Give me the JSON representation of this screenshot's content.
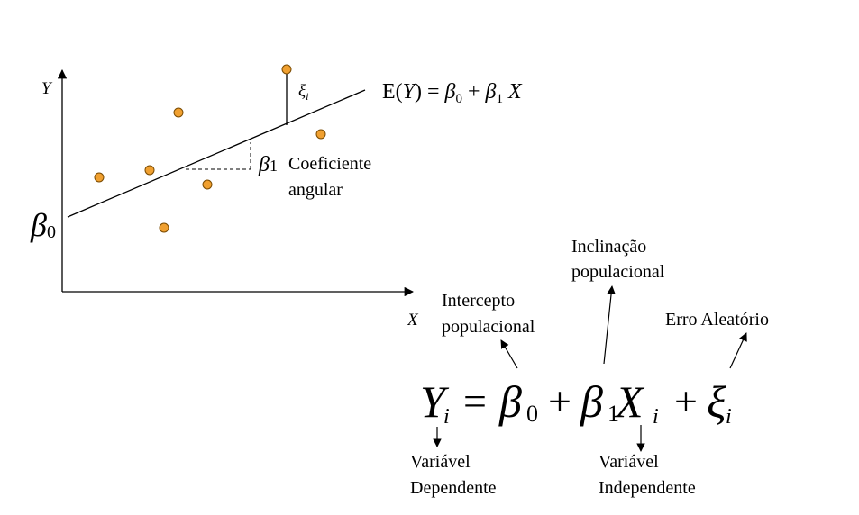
{
  "colors": {
    "point_fill": "#F0A030",
    "point_stroke": "#7A4A00",
    "line": "#000000"
  },
  "axes": {
    "y_label": "Y",
    "x_label": "X"
  },
  "intercept_symbol": {
    "base": "β",
    "sub": "0"
  },
  "slope_symbol": {
    "base": "β",
    "sub": "1"
  },
  "slope_note": {
    "line1": "Coeficiente",
    "line2": "angular"
  },
  "error_symbol": {
    "base": "ξ",
    "sub": "i"
  },
  "regression_eq": {
    "lhs": "E(",
    "Y": "Y",
    "close_eq": ") = ",
    "b0": "β",
    "b0_sub": "0",
    "plus": " + ",
    "b1": "β",
    "b1_sub": "1",
    "X": " X"
  },
  "model": {
    "Y": "Y",
    "Y_sub": "i",
    "eq": "=",
    "b0": "β",
    "b0_sub": "0",
    "plus1": "+",
    "b1": "β",
    "b1_sub": "1",
    "X": "X",
    "X_sub": "i",
    "plus2": "+",
    "xi": "ξ",
    "xi_sub": "i"
  },
  "annotations": {
    "inclinacao_1": "Inclinação",
    "inclinacao_2": "populacional",
    "intercepto_1": "Intercepto",
    "intercepto_2": "populacional",
    "erro": "Erro Aleatório",
    "dep_1": "Variável",
    "dep_2": "Dependente",
    "indep_1": "Variável",
    "indep_2": "Independente"
  }
}
